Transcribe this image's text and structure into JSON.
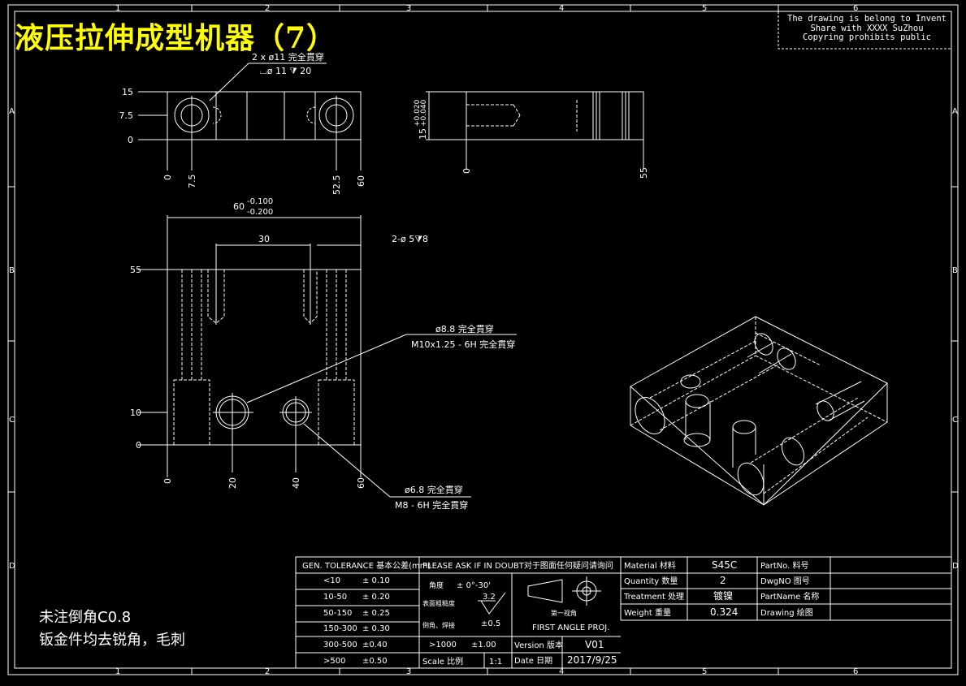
{
  "title": "液压拉伸成型机器（7）",
  "notice": {
    "line1": "The drawing is belong to Invent",
    "line2": "Share with XXXX SuZhou",
    "line3": "Copyring prohibits public"
  },
  "border": {
    "columns": [
      "1",
      "2",
      "3",
      "4",
      "5",
      "6"
    ],
    "rows": [
      "A",
      "B",
      "C",
      "D"
    ]
  },
  "top_view": {
    "callout_line1": "2 x ø11 完全貫穿",
    "callout_line2": "⌴ø 11 ⧩ 20",
    "y_dims": [
      "15",
      "7.5",
      "0"
    ],
    "x_dims": [
      "0",
      "7.5",
      "52.5",
      "60"
    ]
  },
  "side_view": {
    "tol_upper": "+0.040",
    "tol_lower": "+0.020",
    "height": "15",
    "x_dims": [
      "0",
      "55"
    ]
  },
  "front_view": {
    "width_main": "60",
    "width_tol_upper": "-0.100",
    "width_tol_lower": "-0.200",
    "spacing": "30",
    "thread_callout": "2-ø 5⧩8",
    "y_dims": [
      "55",
      "10",
      "0"
    ],
    "x_dims": [
      "0",
      "20",
      "40",
      "60"
    ],
    "hole1_line1": "ø8.8 完全貫穿",
    "hole1_line2": "M10x1.25 - 6H 完全貫穿",
    "hole2_line1": "ø6.8 完全貫穿",
    "hole2_line2": "M8 - 6H 完全貫穿"
  },
  "notes": {
    "line1": "未注倒角C0.8",
    "line2": "钣金件均去锐角，毛刺"
  },
  "title_block": {
    "tolerance_header": "GEN. TOLERANCE 基本公差(mm)",
    "tolerance_rows": [
      {
        "range": "<10",
        "value": "± 0.10"
      },
      {
        "range": "10-50",
        "value": "± 0.20"
      },
      {
        "range": "50-150",
        "value": "± 0.25"
      },
      {
        "range": "150-300",
        "value": "± 0.30"
      },
      {
        "range": "300-500",
        "value": "±0.40"
      },
      {
        "range": ">500",
        "value": "±0.50"
      }
    ],
    "ask_text": "PLEASE ASK IF IN DOUBT对于图面任何疑问请询问",
    "angle_label": "角度",
    "angle_value": "± 0°-30'",
    "roughness_label": "表面粗糙度",
    "roughness_value": "3.2",
    "chamfer_label": "倒角、焊接",
    "chamfer_value": "±0.5",
    "over1000_range": ">1000",
    "over1000_value": "±1.00",
    "projection_cn": "第一视角",
    "projection_en": "FIRST ANGLE PROJ.",
    "scale_label": "Scale 比例",
    "scale_value": "1:1",
    "version_label": "Version 版本",
    "version_value": "V01",
    "date_label": "Date 日期",
    "date_value": "2017/9/25",
    "material_label": "Material 材料",
    "material_value": "S45C",
    "quantity_label": "Quantity 数量",
    "quantity_value": "2",
    "treatment_label": "Treatment 处理",
    "treatment_value": "镀镍",
    "weight_label": "Weight 重量",
    "weight_value": "0.324",
    "partno_label": "PartNo. 料号",
    "dwgno_label": "DwgNO 图号",
    "partname_label": "PartName 名称",
    "drawing_label": "Drawing 绘图"
  }
}
